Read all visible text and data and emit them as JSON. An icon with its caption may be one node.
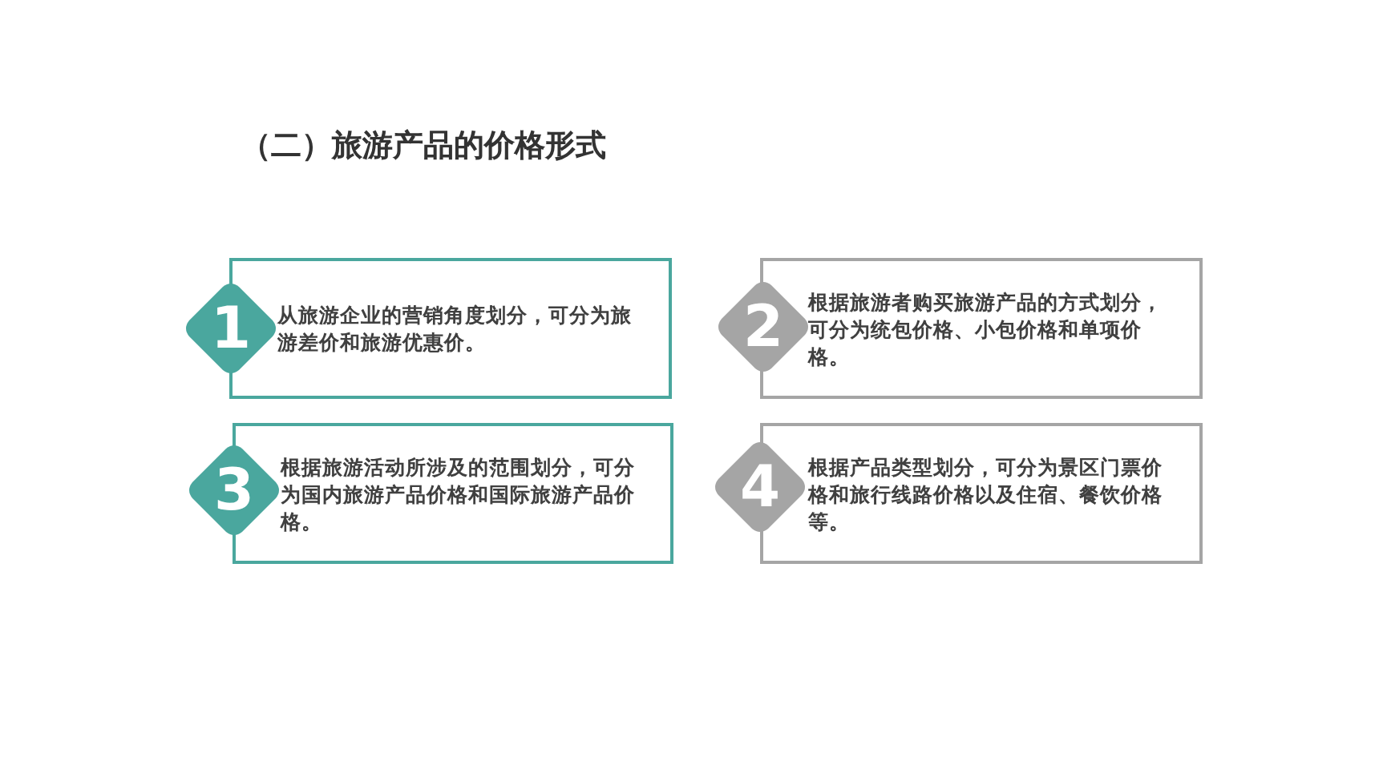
{
  "diagram": {
    "title": "（二）旅游产品的价格形式",
    "nodes": [
      {
        "text": [
          "1"
        ]
      },
      {
        "text": [
          "从旅游企业的营销角度划分，可分为旅游差价和旅游优惠价。"
        ]
      },
      {
        "text": [
          "2"
        ]
      },
      {
        "text": [
          "根据旅游者购买旅游产品的方式划分，可分为统包价格、小包价格和单项价格。"
        ]
      },
      {
        "text": [
          "3"
        ]
      },
      {
        "text": [
          "根据旅游活动所涉及的范围划分，可分为国内旅游产品价格和国际旅游产品价格。"
        ]
      },
      {
        "text": [
          "4"
        ]
      },
      {
        "text": [
          "根据产品类型划分，可分为景区门票价格和旅行线路价格以及住宿、餐饮价格等。"
        ]
      }
    ]
  }
}
